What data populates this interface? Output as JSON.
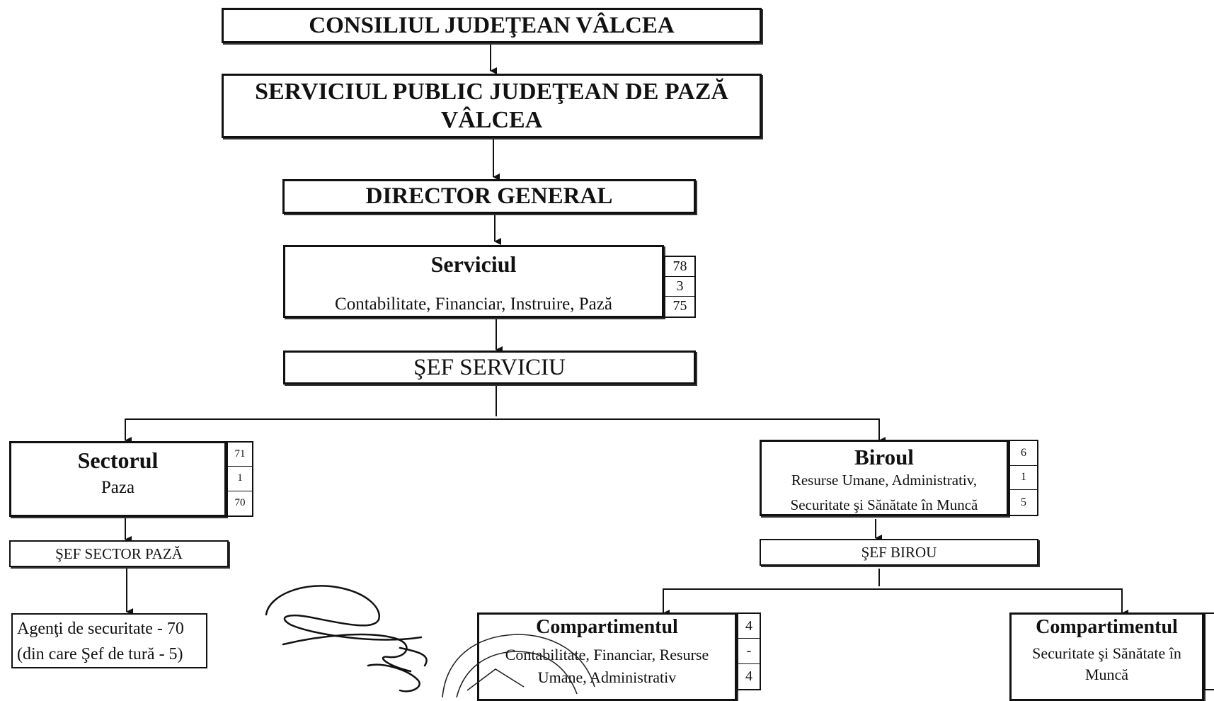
{
  "council": "CONSILIUL JUDEŢEAN VÂLCEA",
  "service_public": "SERVICIUL PUBLIC JUDEŢEAN DE PAZĂ VÂLCEA",
  "director": "DIRECTOR GENERAL",
  "serviciul": {
    "title": "Serviciul",
    "subtitle": "Contabilitate, Financiar, Instruire, Pază",
    "counts": [
      "78",
      "3",
      "75"
    ]
  },
  "sef_serviciu": "ŞEF SERVICIU",
  "sectorul": {
    "title": "Sectorul",
    "subtitle": "Paza",
    "counts": [
      "71",
      "1",
      "70"
    ]
  },
  "sef_sector": "ŞEF SECTOR PAZĂ",
  "agenti": {
    "line1": "Agenţi de securitate - 70",
    "line2": "(din care Şef de tură - 5)"
  },
  "biroul": {
    "title": "Biroul",
    "line1": "Resurse Umane, Administrativ,",
    "line2": "Securitate şi Sănătate în Muncă",
    "counts": [
      "6",
      "1",
      "5"
    ]
  },
  "sef_birou": "ŞEF BIROU",
  "compartiment1": {
    "title": "Compartimentul",
    "line1": "Contabilitate, Financiar, Resurse",
    "line2": "Umane, Administrativ",
    "counts": [
      "4",
      "-",
      "4"
    ]
  },
  "compartiment2": {
    "title": "Compartimentul",
    "line1": "Securitate şi Sănătate în",
    "line2": "Muncă"
  },
  "colors": {
    "line": "#111111",
    "background": "#ffffff"
  }
}
